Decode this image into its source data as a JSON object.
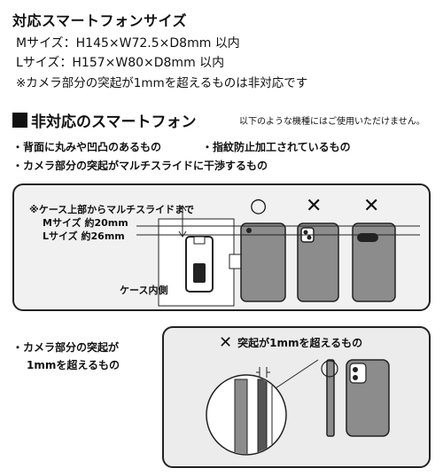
{
  "title": "対応スマートフォンサイズ",
  "specs": {
    "m": "Mサイズ：H145×W72.5×D8mm 以内",
    "l": "Lサイズ：H157×W80×D8mm 以内",
    "note": "※カメラ部分の突起が1mmを超えるものは非対応です"
  },
  "section": {
    "heading": "非対応のスマートフォン",
    "sub": "以下のような機種にはご使用いただけません。"
  },
  "bullets": {
    "b1": "・背面に丸みや凹凸のあるもの",
    "b2": "・指紋防止加工されているもの",
    "b3": "・カメラ部分の突起がマルチスライドに干渉するもの"
  },
  "diagram1": {
    "note_top": "※ケース上部からマルチスライドまで",
    "m_size": "Mサイズ 約20mm",
    "l_size": "Lサイズ 約26mm",
    "case_inside": "ケース内側",
    "mark_ok": "○",
    "mark_ng": "✕"
  },
  "diagram2": {
    "left_label_1": "・カメラ部分の突起が",
    "left_label_2": "1mmを超えるもの",
    "title": "突起が1mmを超えるもの",
    "mark_ng": "✕"
  },
  "colors": {
    "phone": "#8c8c8c",
    "phone_dark": "#555555",
    "box_bg": "#f1f1f1"
  }
}
